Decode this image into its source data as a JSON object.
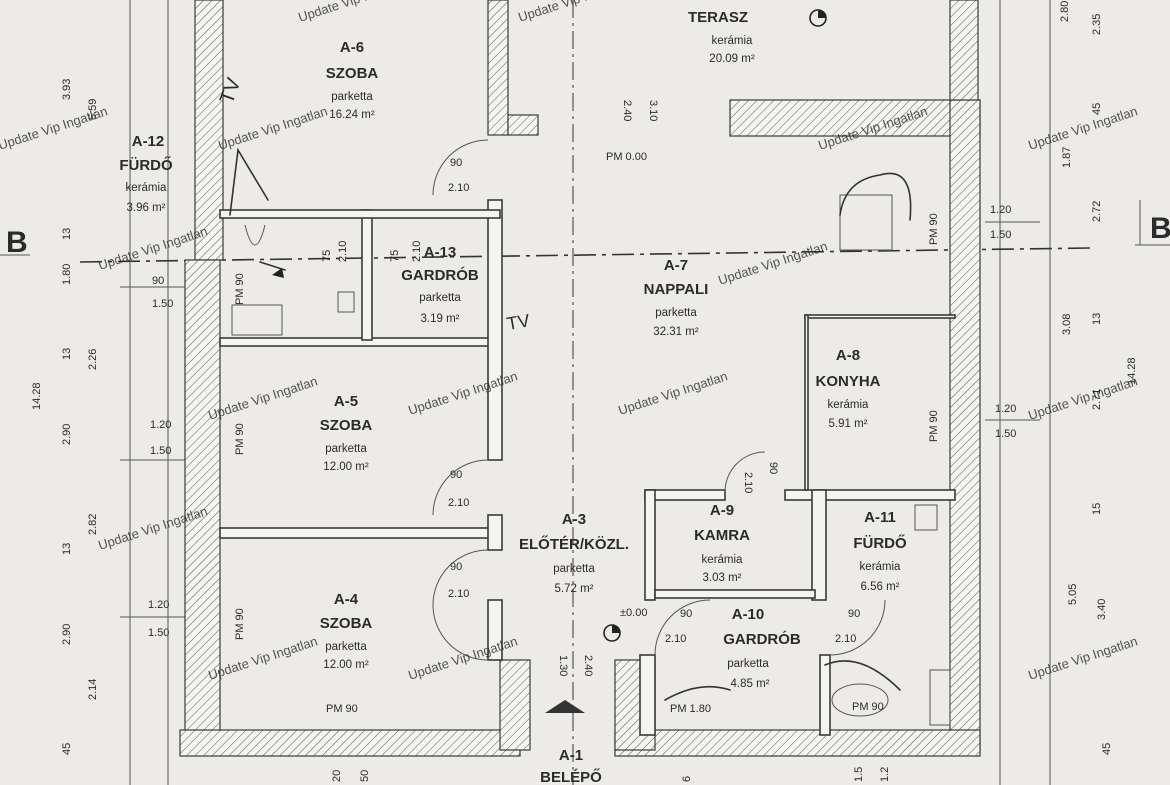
{
  "watermark": "Update Vip Ingatlan",
  "section_marker": "B",
  "rooms": {
    "a6": {
      "id": "A-6",
      "name": "SZOBA",
      "material": "parketta",
      "area": "16.24 m²"
    },
    "a12": {
      "id": "A-12",
      "name": "FÜRDŐ",
      "material": "kerámia",
      "area": "3.96 m²"
    },
    "a13": {
      "id": "A-13",
      "name": "GARDRÓB",
      "material": "parketta",
      "area": "3.19 m²"
    },
    "a7": {
      "id": "A-7",
      "name": "NAPPALI",
      "material": "parketta",
      "area": "32.31 m²"
    },
    "a8": {
      "id": "A-8",
      "name": "KONYHA",
      "material": "kerámia",
      "area": "5.91 m²"
    },
    "a5": {
      "id": "A-5",
      "name": "SZOBA",
      "material": "parketta",
      "area": "12.00 m²"
    },
    "a3": {
      "id": "A-3",
      "name": "ELŐTÉR/KÖZL.",
      "material": "parketta",
      "area": "5.72 m²"
    },
    "a9": {
      "id": "A-9",
      "name": "KAMRA",
      "material": "kerámia",
      "area": "3.03 m²"
    },
    "a11": {
      "id": "A-11",
      "name": "FÜRDŐ",
      "material": "kerámia",
      "area": "6.56 m²"
    },
    "a4": {
      "id": "A-4",
      "name": "SZOBA",
      "material": "parketta",
      "area": "12.00 m²"
    },
    "a10": {
      "id": "A-10",
      "name": "GARDRÓB",
      "material": "parketta",
      "area": "4.85 m²"
    },
    "terasz": {
      "name": "TERASZ",
      "material": "kerámia",
      "area": "20.09 m²"
    },
    "a1": {
      "id": "A-1",
      "name": "BELÉPŐ"
    }
  },
  "annotations": {
    "tv1": "TV",
    "tv2": "TV",
    "pm000": "PM 0.00",
    "zero": "±0.00",
    "pm90": "PM 90",
    "pm180": "PM 1.80",
    "d90": "90",
    "d210": "2.10",
    "d75": "75",
    "d120": "1.20",
    "d150": "1.50",
    "d240": "2.40",
    "d310": "3.10",
    "d130": "1.30"
  },
  "left_dims": [
    "3.93",
    "5.59",
    "13",
    "1.80",
    "13",
    "2.26",
    "14.28",
    "2.90",
    "13",
    "2.82",
    "2.90",
    "2.14",
    "45",
    "20",
    "50"
  ],
  "right_dims": [
    "2.80",
    "2.35",
    "45",
    "1.87",
    "2.72",
    "3.08",
    "13",
    "14.28",
    "2.71",
    "15",
    "5.05",
    "3.40",
    "45",
    "1.5",
    "1.2",
    "6"
  ]
}
